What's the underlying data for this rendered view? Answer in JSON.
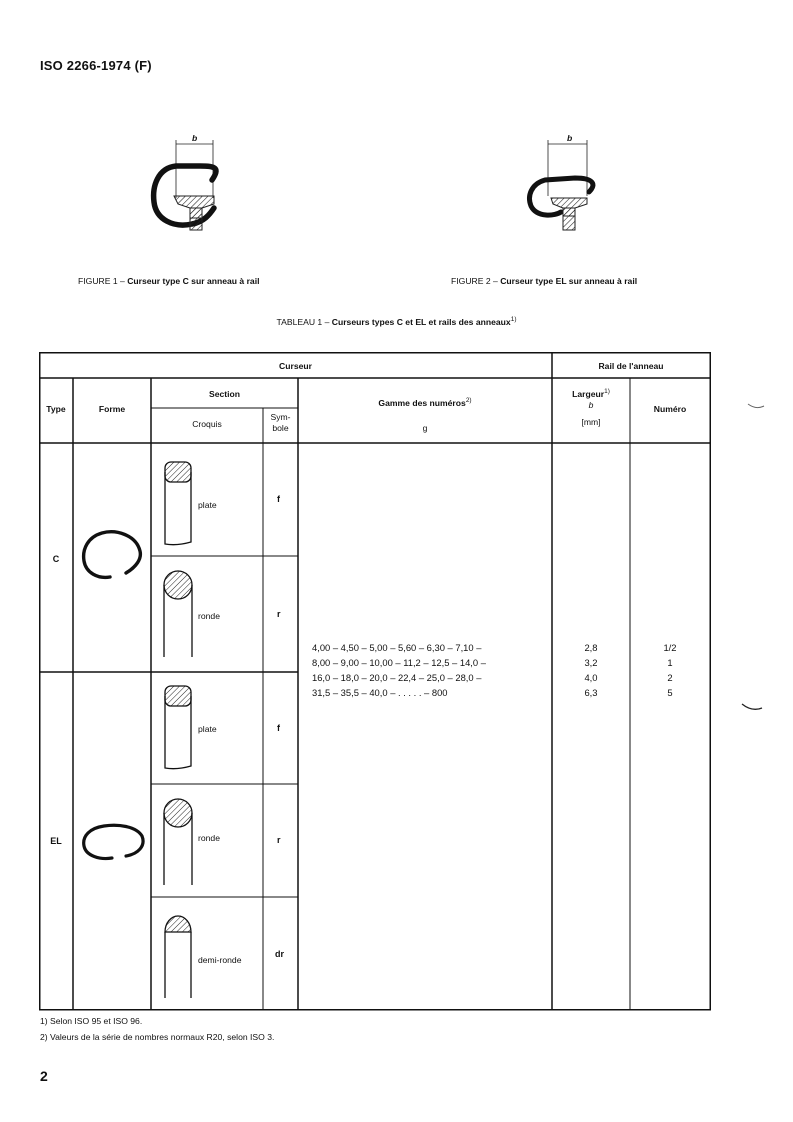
{
  "header": {
    "code": "ISO 2266-1974 (F)"
  },
  "figures": {
    "dimension_label": "b",
    "fig1": {
      "prefix": "FIGURE 1 – ",
      "title": "Curseur type C sur anneau à rail"
    },
    "fig2": {
      "prefix": "FIGURE 2 – ",
      "title": "Curseur type EL sur anneau à rail"
    }
  },
  "table_caption": {
    "prefix": "TABLEAU 1 – ",
    "title": "Curseurs types C et EL et rails des anneaux",
    "note": "1)"
  },
  "table": {
    "group_curseur": "Curseur",
    "group_rail": "Rail de l'anneau",
    "col_type": "Type",
    "col_forme": "Forme",
    "col_section": "Section",
    "col_croquis": "Croquis",
    "col_symbole_l1": "Sym-",
    "col_symbole_l2": "bole",
    "col_gamme": "Gamme des numéros",
    "col_gamme_note": "2)",
    "col_gamme_unit": "g",
    "col_largeur": "Largeur",
    "col_largeur_note": "1)",
    "col_largeur_b": "b",
    "col_largeur_unit": "[mm]",
    "col_numero": "Numéro",
    "types": [
      "C",
      "EL"
    ],
    "sections": [
      {
        "label": "plate",
        "symbol": "f"
      },
      {
        "label": "ronde",
        "symbol": "r"
      },
      {
        "label": "plate",
        "symbol": "f"
      },
      {
        "label": "ronde",
        "symbol": "r"
      },
      {
        "label": "demi-ronde",
        "symbol": "dr"
      }
    ],
    "gamme_lines": [
      "4,00 – 4,50 – 5,00 – 5,60 – 6,30 – 7,10 –",
      "8,00 – 9,00 – 10,00 – 11,2 – 12,5 – 14,0 –",
      "16,0 – 18,0 – 20,0 – 22,4 – 25,0 – 28,0 –",
      "31,5 – 35,5 – 40,0 – . . . . . – 800"
    ],
    "largeur_values": [
      "2,8",
      "3,2",
      "4,0",
      "6,3"
    ],
    "numero_values": [
      "1/2",
      "1",
      "2",
      "5"
    ]
  },
  "footnotes": [
    "1)   Selon ISO 95 et ISO 96.",
    "2)   Valeurs de la série de nombres normaux R20, selon ISO 3."
  ],
  "page_number": "2"
}
